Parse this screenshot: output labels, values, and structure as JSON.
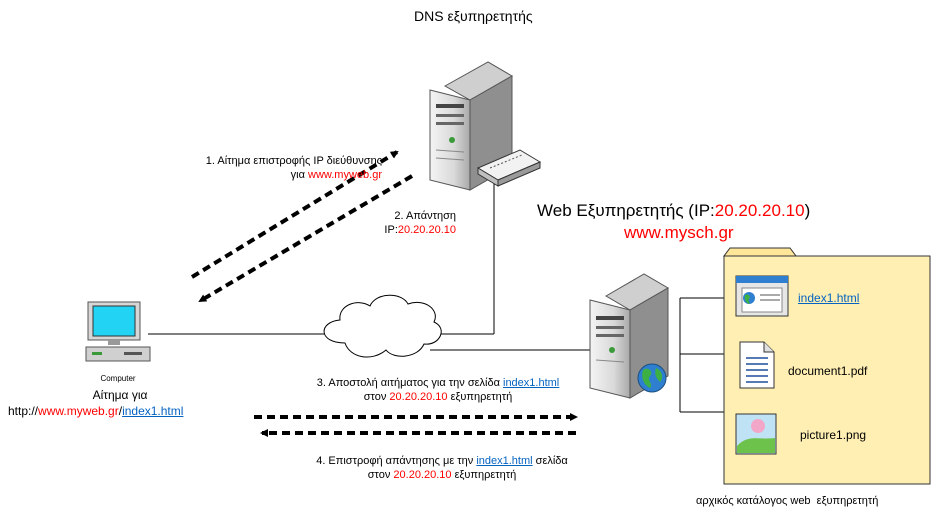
{
  "dns_server": {
    "title": "DNS εξυπηρετητής"
  },
  "web_server": {
    "title_prefix": "Web Εξυπηρετητής (IP:",
    "ip": "20.20.20.10",
    "title_suffix": ")",
    "domain": "www.mysch.gr"
  },
  "computer": {
    "label": "Computer",
    "request_label": "Αίτημα για",
    "url_prefix": "http://",
    "url_domain": "www.myweb.gr",
    "url_sep": "/",
    "url_file": "index1.html"
  },
  "steps": {
    "step1_line1": "1. Αίτημα επιστροφής IP διεύθυνσης",
    "step1_line2_prefix": "για ",
    "step1_domain": "www.myweb.gr",
    "step2_line1": "2. Απάντηση",
    "step2_ip_prefix": "IP:",
    "step2_ip": "20.20.20.10",
    "step3_prefix": "3. Αποστολή αιτήματος για την σελίδα ",
    "step3_link": "index1.html",
    "step3_line2_prefix": "στον ",
    "step3_ip": "20.20.20.10",
    "step3_line2_suffix": " εξυπηρετητή",
    "step4_prefix": "4. Επιστροφή απάντησης με την ",
    "step4_link": "index1.html",
    "step4_suffix": " σελίδα",
    "step4_line2_prefix": "στον ",
    "step4_ip": "20.20.20.10",
    "step4_line2_suffix": " εξυπηρετητή"
  },
  "files": [
    {
      "name": "index1.html",
      "icon": "webpage-icon",
      "is_link": true
    },
    {
      "name": "document1.pdf",
      "icon": "document-icon",
      "is_link": false
    },
    {
      "name": "picture1.png",
      "icon": "picture-icon",
      "is_link": false
    }
  ],
  "folder": {
    "label": "αρχικός κατάλογος web  εξυπηρετητή"
  },
  "colors": {
    "accent": "#ff0000",
    "link": "#0563c1",
    "folder": "#ffefb3"
  }
}
